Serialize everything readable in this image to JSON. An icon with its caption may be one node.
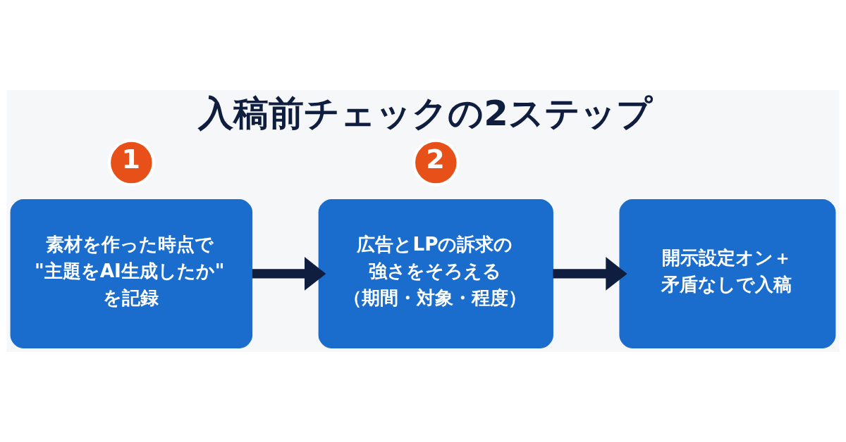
{
  "diagram": {
    "title": "入稿前チェックの2ステップ",
    "nodes": [
      {
        "text": [
          "1"
        ]
      },
      {
        "text": [
          "素材を作った時点で\"主題をAI生成したか\"を記録"
        ]
      },
      {
        "text": [
          "2"
        ]
      },
      {
        "text": [
          "広告とLPの訴求の強さをそろえる（期間・対象・程度）"
        ]
      },
      {
        "text": [
          "開示設定オン＋矛盾なしで入稿"
        ]
      }
    ],
    "edges": [
      {
        "from": 1,
        "to": 3,
        "arrow": "to"
      },
      {
        "from": 3,
        "to": 4,
        "arrow": "to"
      }
    ]
  }
}
